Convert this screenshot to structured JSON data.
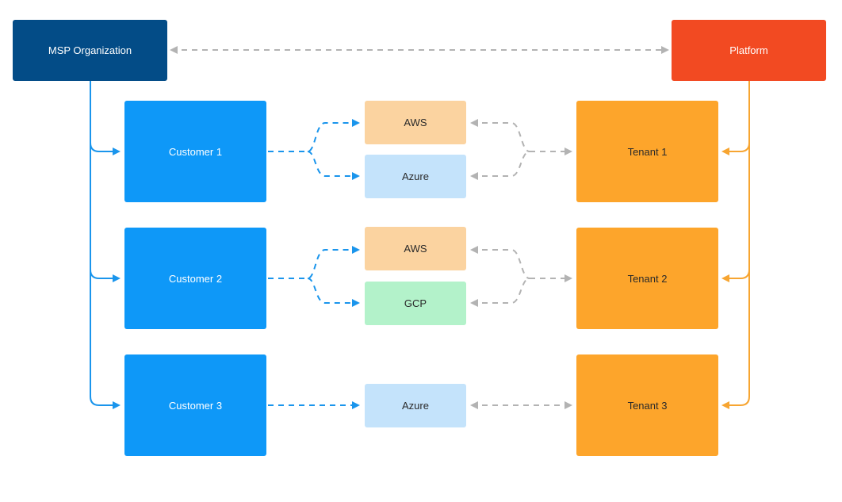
{
  "msp": {
    "label": "MSP Organization"
  },
  "platform": {
    "label": "Platform"
  },
  "customers": [
    {
      "label": "Customer 1"
    },
    {
      "label": "Customer 2"
    },
    {
      "label": "Customer 3"
    }
  ],
  "tenants": [
    {
      "label": "Tenant 1"
    },
    {
      "label": "Tenant 2"
    },
    {
      "label": "Tenant 3"
    }
  ],
  "clouds": {
    "row1": [
      {
        "label": "AWS"
      },
      {
        "label": "Azure"
      }
    ],
    "row2": [
      {
        "label": "AWS"
      },
      {
        "label": "GCP"
      }
    ],
    "row3": [
      {
        "label": "Azure"
      }
    ]
  },
  "colors": {
    "msp": "#034c87",
    "platform": "#f24a22",
    "customer": "#0e98f8",
    "tenant": "#fda52b",
    "aws": "#fbd3a0",
    "azure": "#c4e3fb",
    "gcp": "#b3f2ca",
    "customer_link": "#1a95ec",
    "tenant_link": "#f7a531",
    "cloud_link": "#b3b3b3"
  }
}
